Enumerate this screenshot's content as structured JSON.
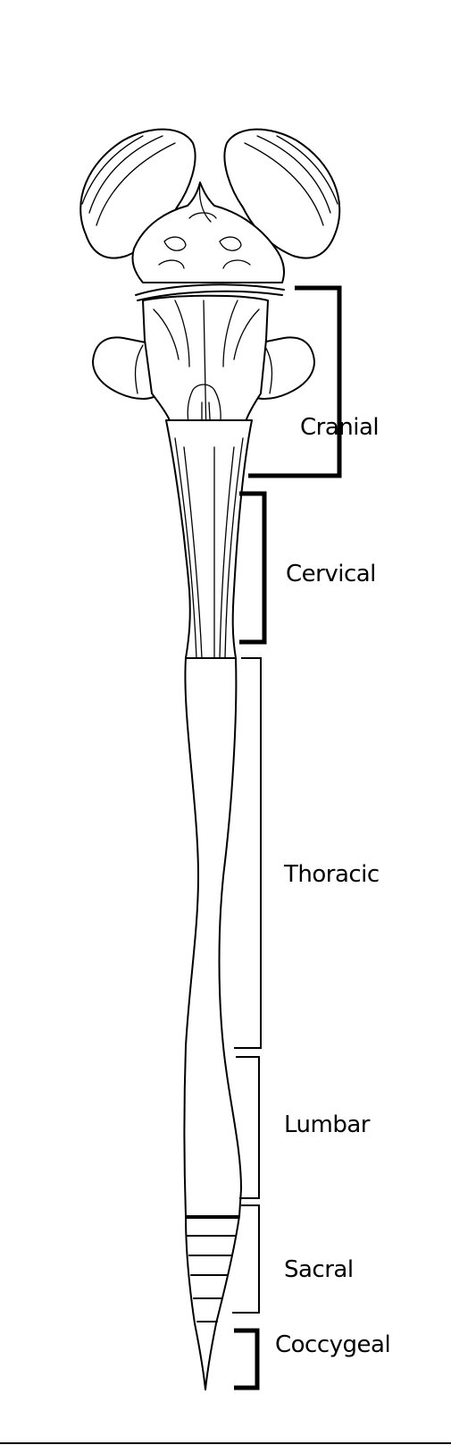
{
  "regions": [
    {
      "key": "cranial",
      "label": "Cranial"
    },
    {
      "key": "cervical",
      "label": "Cervical"
    },
    {
      "key": "thoracic",
      "label": "Thoracic"
    },
    {
      "key": "lumbar",
      "label": "Lumbar"
    },
    {
      "key": "sacral",
      "label": "Sacral"
    },
    {
      "key": "coccygeal",
      "label": "Coccygeal"
    }
  ],
  "colors": {
    "stroke": "#000000",
    "background": "#ffffff"
  }
}
